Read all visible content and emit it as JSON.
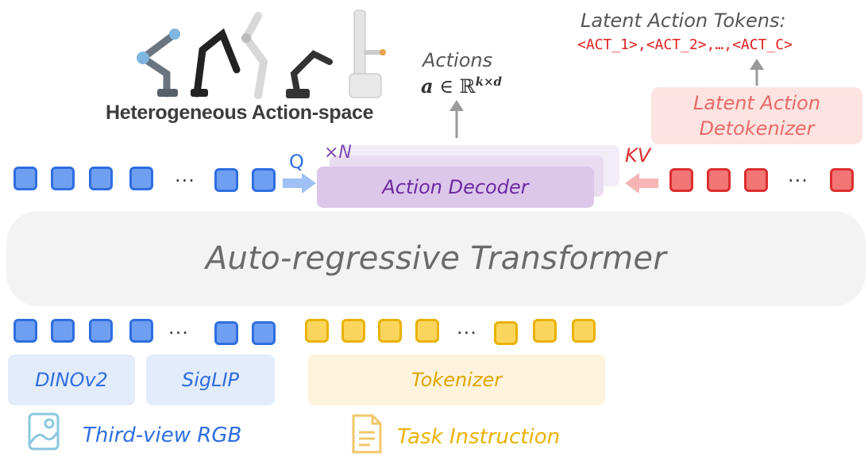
{
  "robots": {
    "caption": "Heterogeneous Action-space"
  },
  "actions": {
    "label": "Actions",
    "formula_a": "a",
    "formula_in": "∈",
    "formula_space": "ℝ",
    "formula_exp": "k×d"
  },
  "latent_tokens": {
    "title": "Latent Action Tokens:",
    "sequence": "<ACT_1>,<ACT_2>,…,<ACT_C>"
  },
  "detokenizer": {
    "line1": "Latent Action",
    "line2": "Detokenizer"
  },
  "decoder": {
    "label": "Action Decoder",
    "repeat": "×N",
    "q_label": "Q",
    "kv_label": "KV"
  },
  "transformer": {
    "label": "Auto-regressive Transformer"
  },
  "encoders": {
    "dino": "DINOv2",
    "siglip": "SigLIP",
    "tokenizer": "Tokenizer"
  },
  "inputs": {
    "rgb": "Third-view RGB",
    "task": "Task Instruction"
  },
  "ellipsis": "···",
  "colors": {
    "blue": "#2f6ee0",
    "red": "#dc2f2f",
    "yellow": "#e9b200",
    "purple": "#6a2aa0",
    "gray": "#666666"
  }
}
